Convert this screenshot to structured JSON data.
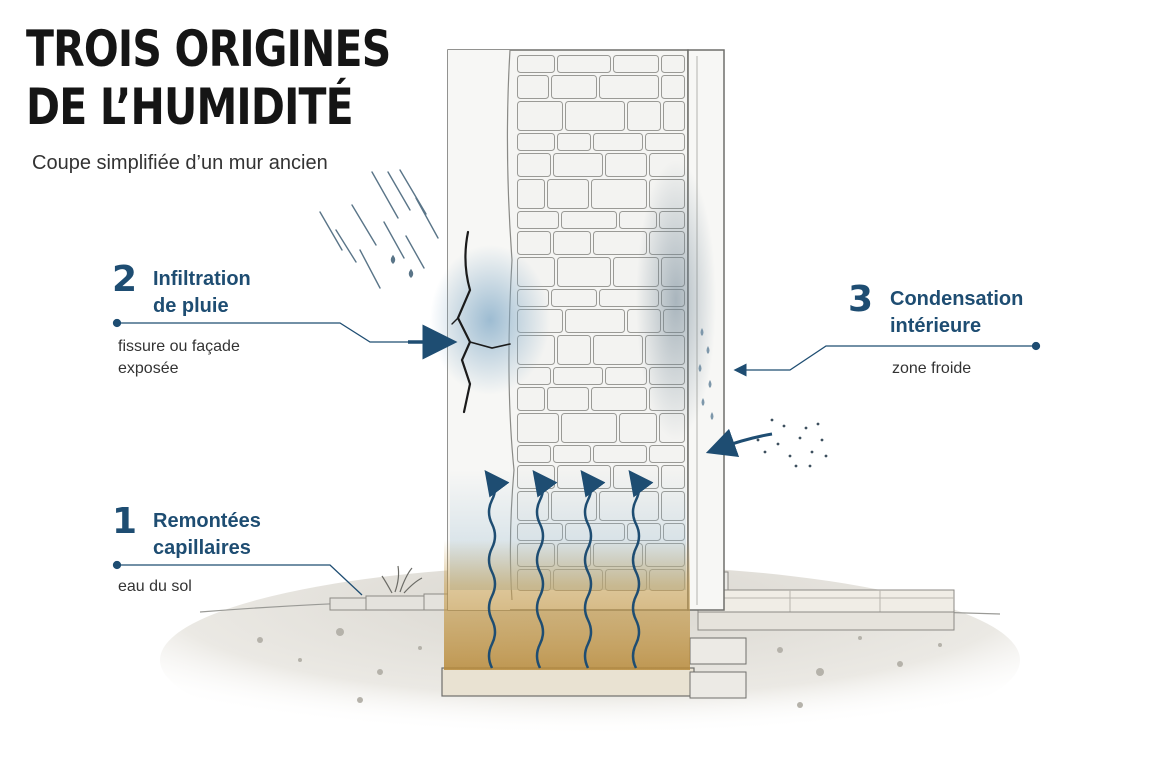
{
  "title": {
    "line1": "TROIS ORIGINES",
    "line2": "DE L’HUMIDITÉ"
  },
  "subtitle": "Coupe simplifiée d’un mur ancien",
  "origins": [
    {
      "number": "1",
      "heading": [
        "Remontées",
        "capillaires"
      ],
      "description": [
        "eau du sol"
      ]
    },
    {
      "number": "2",
      "heading": [
        "Infiltration",
        "de pluie"
      ],
      "description": [
        "fissure ou façade",
        "exposée"
      ]
    },
    {
      "number": "3",
      "heading": [
        "Condensation",
        "intérieure"
      ],
      "description": [
        "zone froide"
      ]
    }
  ],
  "colors": {
    "accent": "#1e4d72",
    "moisture": "#8fb4cc",
    "soil_damp": "#c9a050",
    "stone": "#f3f3f1",
    "stone_edge": "#9a9a96"
  },
  "icons": [
    "rain-icon",
    "crack-icon",
    "capillary-arrow-icon",
    "condensation-droplets-icon",
    "air-flow-icon"
  ]
}
